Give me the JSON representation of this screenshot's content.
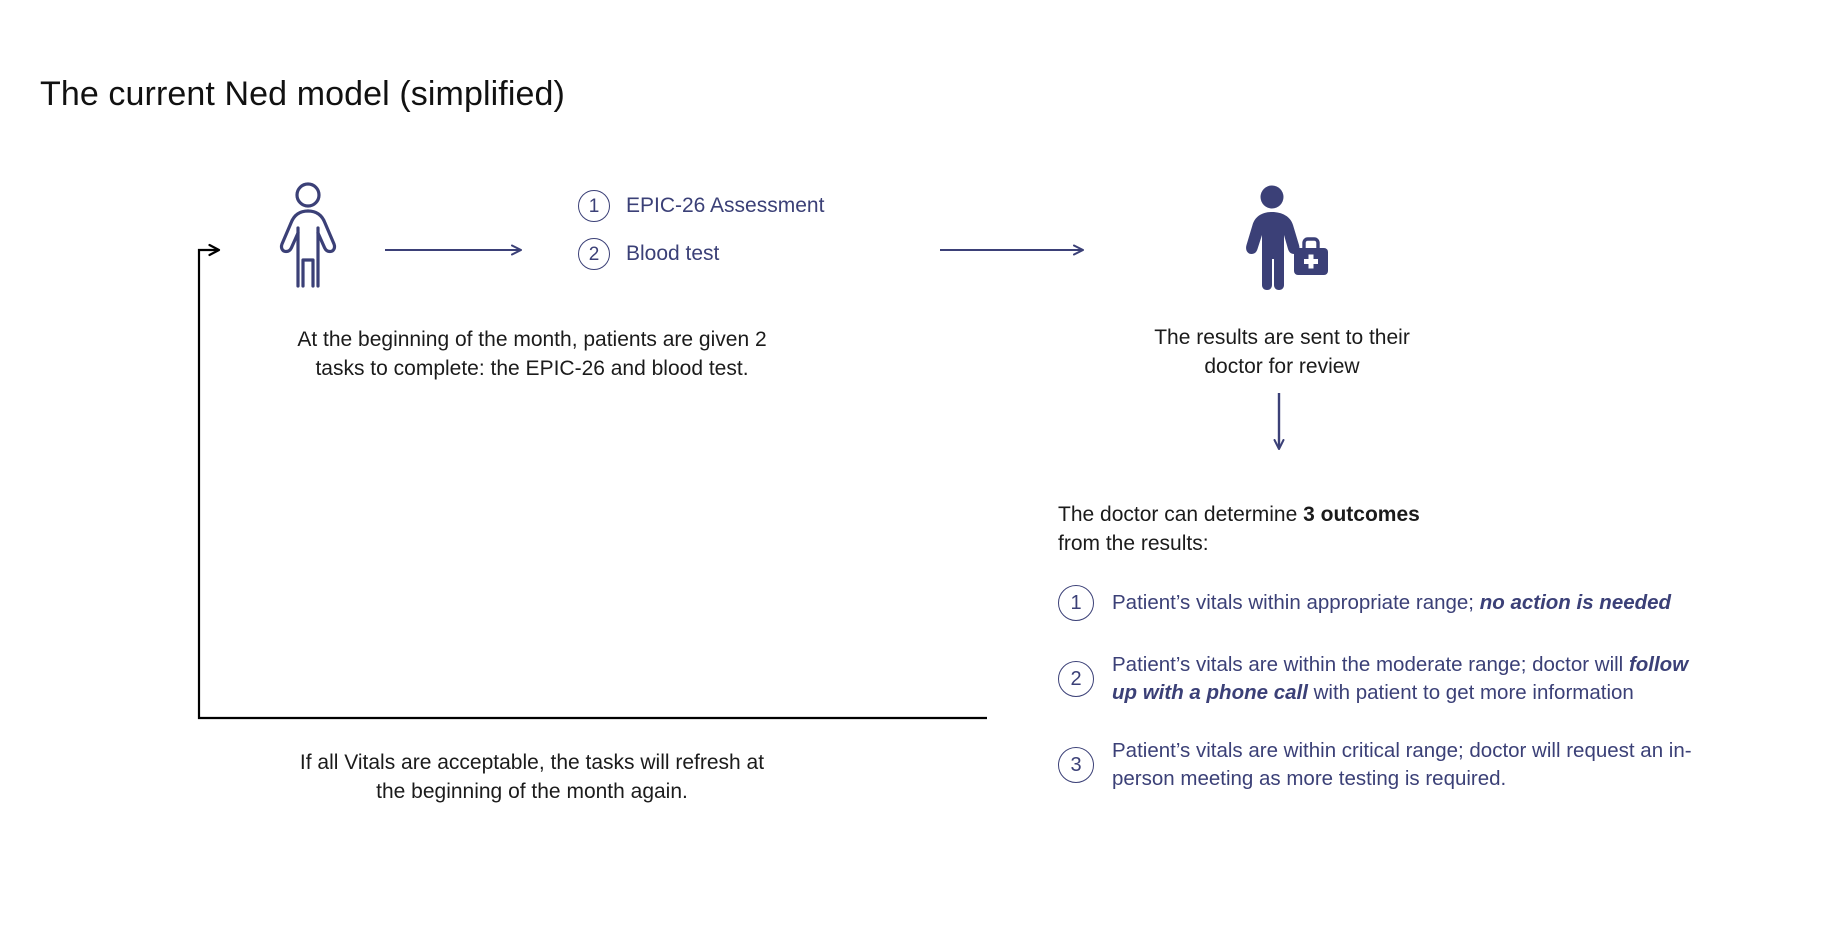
{
  "page": {
    "title": "The current Ned model (simplified)",
    "accent_navy": "#3b4077",
    "body_black": "#1b1b1b",
    "background": "#ffffff"
  },
  "patient_stage": {
    "icon_name": "patient-person-icon",
    "tasks": [
      {
        "number": "1",
        "label": "EPIC-26 Assessment"
      },
      {
        "number": "2",
        "label": "Blood test"
      }
    ],
    "caption_line1": "At the beginning of the month, patients are given 2",
    "caption_line2": "tasks to complete: the EPIC-26 and blood test."
  },
  "doctor_stage": {
    "icon_name": "doctor-with-medical-bag-icon",
    "caption_line1": "The results are sent to their",
    "caption_line2": "doctor for review"
  },
  "outcomes": {
    "heading_prefix": "The doctor can determine ",
    "heading_bold": "3 outcomes",
    "heading_suffix": " from the results:",
    "heading_line2": "from the results:",
    "items": [
      {
        "number": "1",
        "plain_before": "Patient’s vitals within appropriate range; ",
        "emphasis": "no action is needed",
        "plain_after": ""
      },
      {
        "number": "2",
        "plain_before": "Patient’s vitals are within the moderate range; doctor will ",
        "emphasis": "follow up with a phone call",
        "plain_after": " with patient to get more information"
      },
      {
        "number": "3",
        "plain_before": "Patient’s vitals are within critical range; doctor will request an in-person meeting as more testing is required.",
        "emphasis": "",
        "plain_after": ""
      }
    ]
  },
  "loop": {
    "caption_line1": "If all Vitals are acceptable, the tasks will refresh at",
    "caption_line2": "the beginning of the month again."
  },
  "connectors": {
    "patient_to_tasks_arrow": "arrow-right",
    "tasks_to_doctor_arrow": "arrow-right",
    "doctor_to_outcomes_arrow": "arrow-down",
    "refresh_loop_arrow": "loop-arrow-up-right"
  }
}
